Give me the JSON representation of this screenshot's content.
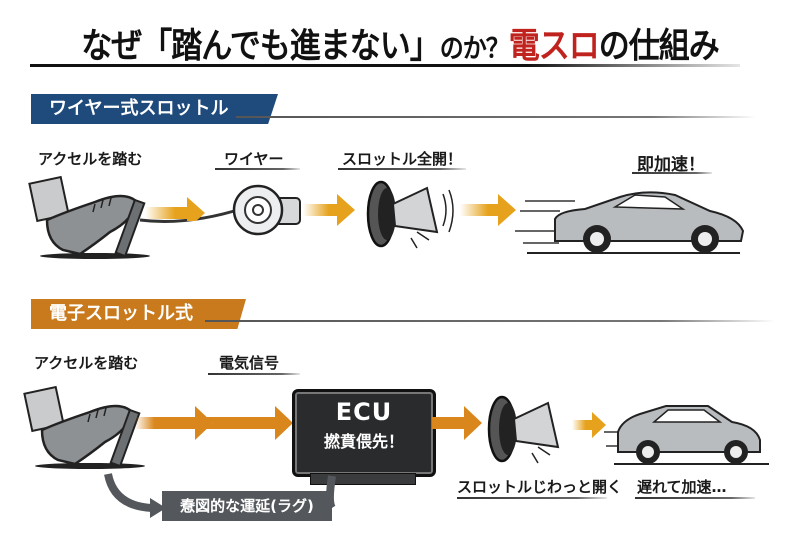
{
  "title": {
    "part1": "なぜ「踏んでも進まない」",
    "part2": "のか？",
    "highlight": "電スロ",
    "part3": "の仕組み",
    "highlight_color": "#c0231e"
  },
  "sections": {
    "wire": {
      "tag": "ワイヤー式スロットル",
      "tag_color": "#1f4a7c",
      "steps": [
        {
          "label": "アクセルを踏む",
          "icon": "foot-pedal-icon"
        },
        {
          "label": "ワイヤー",
          "icon": "wire-pulley-icon"
        },
        {
          "label": "スロットル全開！",
          "icon": "throttle-valve-icon"
        },
        {
          "label": "即加速！",
          "icon": "sports-car-icon"
        }
      ]
    },
    "electronic": {
      "tag": "電子スロットル式",
      "tag_color": "#c97a1c",
      "steps": [
        {
          "label": "アクセルを踏む",
          "icon": "foot-pedal-icon"
        },
        {
          "label": "電気信号",
          "icon": "signal-arrow-icon"
        },
        {
          "label": "ECU",
          "sublabel": "撚賁偎先！",
          "icon": "ecu-box-icon"
        },
        {
          "label": "スロットルじわっと開く",
          "icon": "throttle-valve-icon"
        },
        {
          "label": "遅れて加速…",
          "icon": "suv-car-icon"
        }
      ],
      "lag_label": "憃図的な運延(ラグ)"
    }
  },
  "colors": {
    "arrow_gold": "#e6a21c",
    "arrow_orange": "#d9861c",
    "car_gray": "#b9bcbf"
  }
}
